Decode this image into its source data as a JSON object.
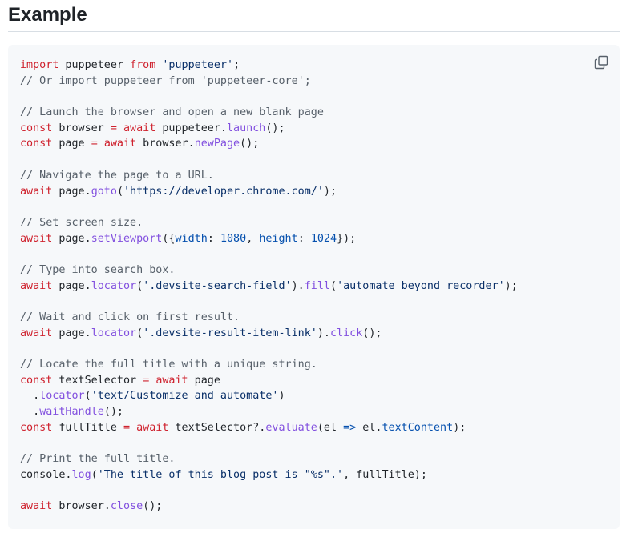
{
  "section": {
    "title": "Example"
  },
  "code_block": {
    "copy_icon": "copy-icon",
    "colors": {
      "background": "#f6f8fa",
      "keyword": "#cf222e",
      "string": "#0a3069",
      "comment": "#57606a",
      "function": "#8250df",
      "property": "#0550ae",
      "plain": "#1f2328"
    },
    "lines": [
      [
        {
          "t": "kw",
          "v": "import"
        },
        {
          "t": "pl",
          "v": " puppeteer "
        },
        {
          "t": "kw",
          "v": "from"
        },
        {
          "t": "pl",
          "v": " "
        },
        {
          "t": "str",
          "v": "'puppeteer'"
        },
        {
          "t": "pl",
          "v": ";"
        }
      ],
      [
        {
          "t": "cm",
          "v": "// Or import puppeteer from 'puppeteer-core';"
        }
      ],
      [],
      [
        {
          "t": "cm",
          "v": "// Launch the browser and open a new blank page"
        }
      ],
      [
        {
          "t": "kw",
          "v": "const"
        },
        {
          "t": "pl",
          "v": " browser "
        },
        {
          "t": "kw",
          "v": "="
        },
        {
          "t": "pl",
          "v": " "
        },
        {
          "t": "kw",
          "v": "await"
        },
        {
          "t": "pl",
          "v": " puppeteer."
        },
        {
          "t": "fn",
          "v": "launch"
        },
        {
          "t": "pl",
          "v": "();"
        }
      ],
      [
        {
          "t": "kw",
          "v": "const"
        },
        {
          "t": "pl",
          "v": " page "
        },
        {
          "t": "kw",
          "v": "="
        },
        {
          "t": "pl",
          "v": " "
        },
        {
          "t": "kw",
          "v": "await"
        },
        {
          "t": "pl",
          "v": " browser."
        },
        {
          "t": "fn",
          "v": "newPage"
        },
        {
          "t": "pl",
          "v": "();"
        }
      ],
      [],
      [
        {
          "t": "cm",
          "v": "// Navigate the page to a URL."
        }
      ],
      [
        {
          "t": "kw",
          "v": "await"
        },
        {
          "t": "pl",
          "v": " page."
        },
        {
          "t": "fn",
          "v": "goto"
        },
        {
          "t": "pl",
          "v": "("
        },
        {
          "t": "str",
          "v": "'https://developer.chrome.com/'"
        },
        {
          "t": "pl",
          "v": ");"
        }
      ],
      [],
      [
        {
          "t": "cm",
          "v": "// Set screen size."
        }
      ],
      [
        {
          "t": "kw",
          "v": "await"
        },
        {
          "t": "pl",
          "v": " page."
        },
        {
          "t": "fn",
          "v": "setViewport"
        },
        {
          "t": "pl",
          "v": "({"
        },
        {
          "t": "pr",
          "v": "width"
        },
        {
          "t": "pl",
          "v": ": "
        },
        {
          "t": "num",
          "v": "1080"
        },
        {
          "t": "pl",
          "v": ", "
        },
        {
          "t": "pr",
          "v": "height"
        },
        {
          "t": "pl",
          "v": ": "
        },
        {
          "t": "num",
          "v": "1024"
        },
        {
          "t": "pl",
          "v": "});"
        }
      ],
      [],
      [
        {
          "t": "cm",
          "v": "// Type into search box."
        }
      ],
      [
        {
          "t": "kw",
          "v": "await"
        },
        {
          "t": "pl",
          "v": " page."
        },
        {
          "t": "fn",
          "v": "locator"
        },
        {
          "t": "pl",
          "v": "("
        },
        {
          "t": "str",
          "v": "'.devsite-search-field'"
        },
        {
          "t": "pl",
          "v": ")."
        },
        {
          "t": "fn",
          "v": "fill"
        },
        {
          "t": "pl",
          "v": "("
        },
        {
          "t": "str",
          "v": "'automate beyond recorder'"
        },
        {
          "t": "pl",
          "v": ");"
        }
      ],
      [],
      [
        {
          "t": "cm",
          "v": "// Wait and click on first result."
        }
      ],
      [
        {
          "t": "kw",
          "v": "await"
        },
        {
          "t": "pl",
          "v": " page."
        },
        {
          "t": "fn",
          "v": "locator"
        },
        {
          "t": "pl",
          "v": "("
        },
        {
          "t": "str",
          "v": "'.devsite-result-item-link'"
        },
        {
          "t": "pl",
          "v": ")."
        },
        {
          "t": "fn",
          "v": "click"
        },
        {
          "t": "pl",
          "v": "();"
        }
      ],
      [],
      [
        {
          "t": "cm",
          "v": "// Locate the full title with a unique string."
        }
      ],
      [
        {
          "t": "kw",
          "v": "const"
        },
        {
          "t": "pl",
          "v": " textSelector "
        },
        {
          "t": "kw",
          "v": "="
        },
        {
          "t": "pl",
          "v": " "
        },
        {
          "t": "kw",
          "v": "await"
        },
        {
          "t": "pl",
          "v": " page"
        }
      ],
      [
        {
          "t": "pl",
          "v": "  ."
        },
        {
          "t": "fn",
          "v": "locator"
        },
        {
          "t": "pl",
          "v": "("
        },
        {
          "t": "str",
          "v": "'text/Customize and automate'"
        },
        {
          "t": "pl",
          "v": ")"
        }
      ],
      [
        {
          "t": "pl",
          "v": "  ."
        },
        {
          "t": "fn",
          "v": "waitHandle"
        },
        {
          "t": "pl",
          "v": "();"
        }
      ],
      [
        {
          "t": "kw",
          "v": "const"
        },
        {
          "t": "pl",
          "v": " fullTitle "
        },
        {
          "t": "kw",
          "v": "="
        },
        {
          "t": "pl",
          "v": " "
        },
        {
          "t": "kw",
          "v": "await"
        },
        {
          "t": "pl",
          "v": " textSelector?."
        },
        {
          "t": "fn",
          "v": "evaluate"
        },
        {
          "t": "pl",
          "v": "(el "
        },
        {
          "t": "op",
          "v": "=>"
        },
        {
          "t": "pl",
          "v": " el."
        },
        {
          "t": "pr",
          "v": "textContent"
        },
        {
          "t": "pl",
          "v": ");"
        }
      ],
      [],
      [
        {
          "t": "cm",
          "v": "// Print the full title."
        }
      ],
      [
        {
          "t": "pl",
          "v": "console."
        },
        {
          "t": "fn",
          "v": "log"
        },
        {
          "t": "pl",
          "v": "("
        },
        {
          "t": "str",
          "v": "'The title of this blog post is \"%s\".'"
        },
        {
          "t": "pl",
          "v": ", fullTitle);"
        }
      ],
      [],
      [
        {
          "t": "kw",
          "v": "await"
        },
        {
          "t": "pl",
          "v": " browser."
        },
        {
          "t": "fn",
          "v": "close"
        },
        {
          "t": "pl",
          "v": "();"
        }
      ]
    ]
  }
}
